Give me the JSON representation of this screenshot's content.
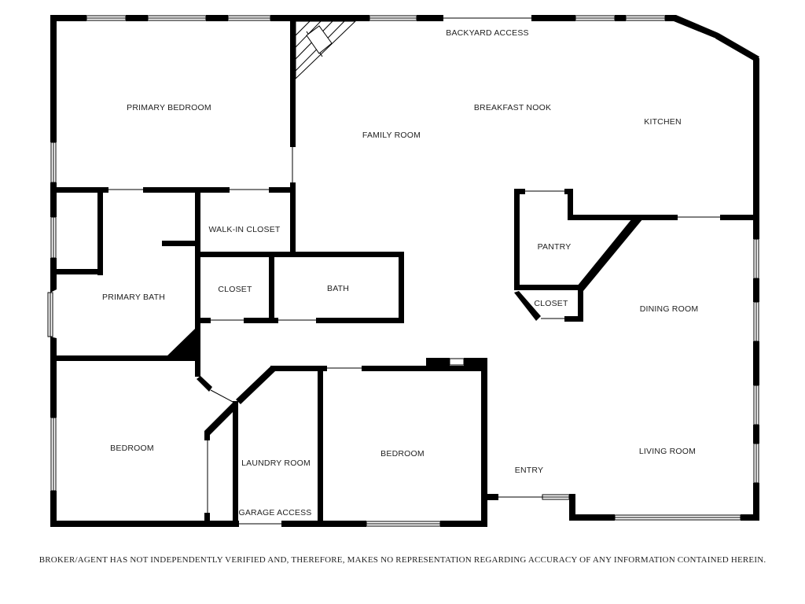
{
  "rooms": {
    "primary_bedroom": "PRIMARY BEDROOM",
    "family_room": "FAMILY ROOM",
    "backyard_access": "BACKYARD ACCESS",
    "breakfast_nook": "BREAKFAST NOOK",
    "kitchen": "KITCHEN",
    "walk_in_closet": "WALK-IN CLOSET",
    "pantry": "PANTRY",
    "primary_bath": "PRIMARY BATH",
    "closet_hall": "CLOSET",
    "bath": "BATH",
    "closet_pantry": "CLOSET",
    "dining_room": "DINING ROOM",
    "bedroom_left": "BEDROOM",
    "laundry_room": "LAUNDRY ROOM",
    "bedroom_middle": "BEDROOM",
    "entry": "ENTRY",
    "living_room": "LIVING ROOM",
    "garage_access": "GARAGE ACCESS"
  },
  "disclaimer": "BROKER/AGENT HAS NOT INDEPENDENTLY VERIFIED AND, THEREFORE, MAKES NO REPRESENTATION REGARDING ACCURACY OF ANY INFORMATION CONTAINED HEREIN."
}
